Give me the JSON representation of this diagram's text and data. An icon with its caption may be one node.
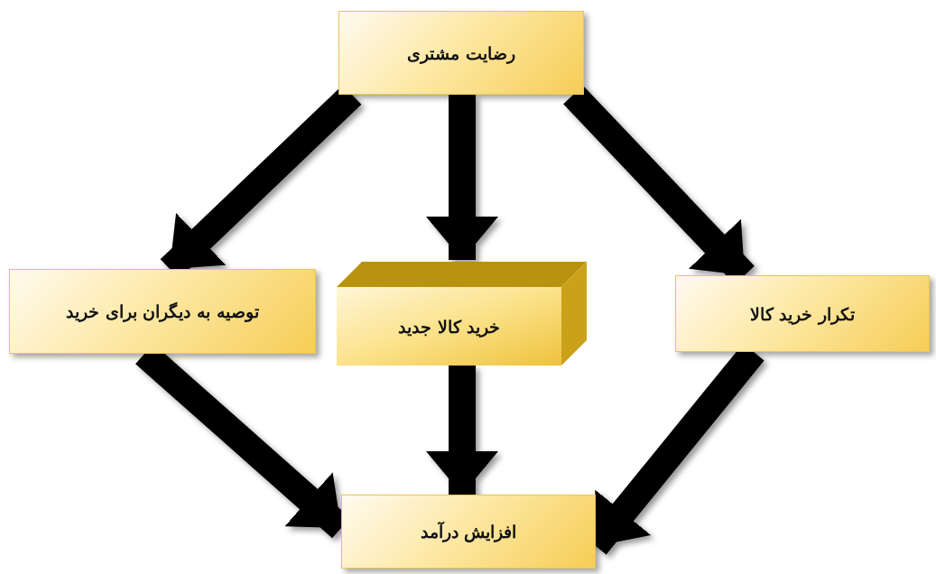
{
  "diagram": {
    "nodes": [
      {
        "text": [
          "رضایت مشتری"
        ]
      },
      {
        "text": [
          "توصیه به دیگران برای خرید"
        ]
      },
      {
        "text": [
          "خرید کالا جدید"
        ]
      },
      {
        "text": [
          "تکرار خرید کالا"
        ]
      },
      {
        "text": [
          "افزایش درآمد"
        ]
      }
    ],
    "edges": [
      {
        "from": 0,
        "to": 1,
        "arrow": "to"
      },
      {
        "from": 0,
        "to": 2,
        "arrow": "to"
      },
      {
        "from": 0,
        "to": 3,
        "arrow": "to"
      },
      {
        "from": 1,
        "to": 4,
        "arrow": "to"
      },
      {
        "from": 2,
        "to": 4,
        "arrow": "to"
      },
      {
        "from": 3,
        "to": 4,
        "arrow": "to"
      }
    ]
  }
}
